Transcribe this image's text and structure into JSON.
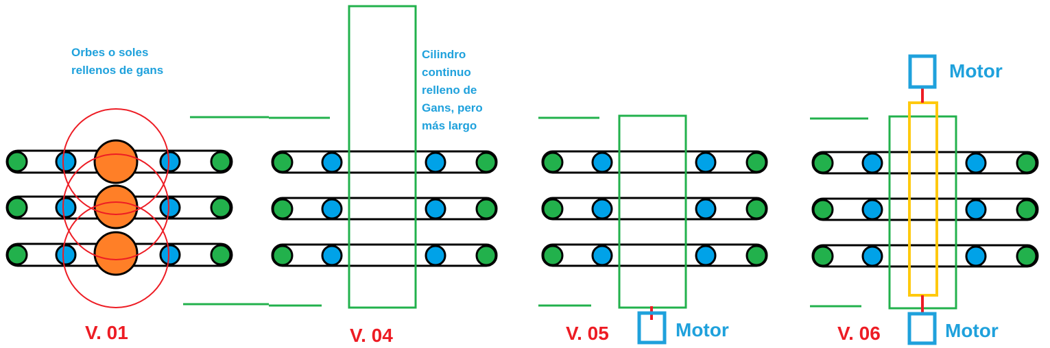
{
  "colors": {
    "green_node": "#22b14c",
    "blue_node": "#00a2e8",
    "orange_orb": "#ff7f27",
    "red": "#ed1c24",
    "yellow": "#ffc90e",
    "black": "#000000",
    "label_blue": "#1fa1dc"
  },
  "panels": [
    {
      "id": "v01",
      "label": "V. 01"
    },
    {
      "id": "v04",
      "label": "V. 04"
    },
    {
      "id": "v05",
      "label": "V. 05"
    },
    {
      "id": "v06",
      "label": "V. 06"
    }
  ],
  "annotations": {
    "orbs": [
      "Orbes o soles",
      "rellenos de gans"
    ],
    "cylinder": [
      "Cilindro",
      "continuo",
      "relleno de",
      "Gans, pero",
      "más largo"
    ]
  },
  "motor_label": "Motor",
  "icons": [
    "roller-node",
    "orb-shape",
    "cylinder-outline",
    "motor-box"
  ]
}
